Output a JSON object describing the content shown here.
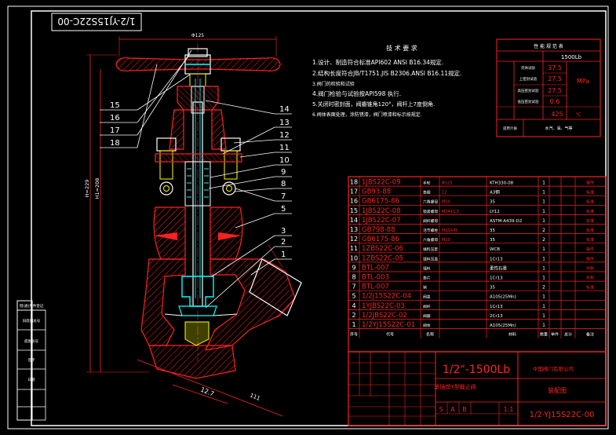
{
  "title_block": {
    "drawing_no_top": "1/2-YJ15S22C-00",
    "drawing_no_bottom": "1/2-YJ15S22C-00",
    "size_rating": "1/2\"-1500Lb",
    "product_name": "承插焊Y型截止阀",
    "company": "中国阀门有限公司",
    "drawing_kind": "装配图",
    "mark_s": "S",
    "mark_a": "A",
    "mark_b": "B",
    "scale": "1:1"
  },
  "tech_requirements": {
    "title": "技 术 要 求",
    "items": [
      "1.设计、制造符合标准API602 ANSI B16.34规定.",
      "2.结构长度符合JB/T1751.JIS B2306.ANSI B16.11规定.",
      "3.阀门的检验和试验",
      "4.阀门检验与试验按API598   执行.",
      "5.关闭时密封面，阀瓣锥角120°，阀杆上7度倒角.",
      "6.阀体表面处理，涂防锈漆，阀门喷漆和标示按规定."
    ]
  },
  "perf_table": {
    "title": "性 能 规 范 表",
    "rating": "1500Lb",
    "rows": [
      {
        "label": "壳体试验",
        "value": "37.5"
      },
      {
        "label": "上密封试验",
        "value": "27.5"
      },
      {
        "label": "高压密封试验",
        "value": "27.5"
      },
      {
        "label": "低压密封试验",
        "value": "0.6"
      },
      {
        "label": "",
        "value": "425"
      }
    ],
    "unit_pressure": "MPa",
    "unit_temp": "℃",
    "medium_label": "适用介质",
    "medium_value": "水汽、油、气等"
  },
  "dimensions": {
    "handwheel_dia": "Φ125",
    "height_open": "H=229",
    "height_closed": "H1=208",
    "length": "111",
    "socket": "12.7"
  },
  "bom": [
    {
      "no": "18",
      "code": "1JBS22C-09",
      "name": "手轮",
      "spec": "Φ125",
      "mat": "KTH330-08",
      "qty": "1",
      "note": "锻件"
    },
    {
      "no": "17",
      "code": "GB93-88",
      "name": "垫圈",
      "spec": "12",
      "mat": "A3钢",
      "qty": "1",
      "note": "标准"
    },
    {
      "no": "16",
      "code": "GB6175-86",
      "name": "六角螺母",
      "spec": "M10",
      "mat": "35",
      "qty": "1",
      "note": "标准"
    },
    {
      "no": "15",
      "code": "1JBS22C-08",
      "name": "锁紧螺母",
      "spec": "M24X1.5",
      "mat": "LY12",
      "qty": "1",
      "note": "标准"
    },
    {
      "no": "14",
      "code": "1JBS22C-07",
      "name": "阀杆螺母",
      "spec": "",
      "mat": "ASTM-A439-D2",
      "qty": "1",
      "note": "标准"
    },
    {
      "no": "13",
      "code": "GB798-88",
      "name": "活节螺栓",
      "spec": "M10X45",
      "mat": "35",
      "qty": "2",
      "note": "标准"
    },
    {
      "no": "12",
      "code": "GB6175-86",
      "name": "六角螺母",
      "spec": "M10",
      "mat": "35",
      "qty": "2",
      "note": "标准"
    },
    {
      "no": "11",
      "code": "1ZBS22C-06",
      "name": "填料压套",
      "spec": "",
      "mat": "WCB",
      "qty": "1",
      "note": "锻件"
    },
    {
      "no": "10",
      "code": "1ZBS22C-05",
      "name": "填料压盖",
      "spec": "",
      "mat": "1Cr13",
      "qty": "1",
      "note": "锻件"
    },
    {
      "no": "9",
      "code": "BTL-007",
      "name": "填料",
      "spec": "",
      "mat": "柔性石墨",
      "qty": "1",
      "note": "外购"
    },
    {
      "no": "8",
      "code": "BTL-003",
      "name": "垫片",
      "spec": "",
      "mat": "1Cr13",
      "qty": "1",
      "note": "外购"
    },
    {
      "no": "7",
      "code": "BTL-007",
      "name": "销",
      "spec": "",
      "mat": "35",
      "qty": "2",
      "note": "标准"
    },
    {
      "no": "5",
      "code": "1/2J15S22C-04",
      "name": "阀盖",
      "spec": "",
      "mat": "A105(25Mn)",
      "qty": "1",
      "note": ""
    },
    {
      "no": "4",
      "code": "1YJBS22C-03",
      "name": "阀杆",
      "spec": "",
      "mat": "1Cr13",
      "qty": "1",
      "note": ""
    },
    {
      "no": "2",
      "code": "1/2JBS22C-02",
      "name": "阀瓣",
      "spec": "",
      "mat": "2Cr13",
      "qty": "1",
      "note": ""
    },
    {
      "no": "1",
      "code": "1/2YJ15S22C-01",
      "name": "阀体",
      "spec": "",
      "mat": "A105(25Mn)",
      "qty": "1",
      "note": ""
    }
  ],
  "bom_header": {
    "no": "序号",
    "code": "代号",
    "name": "名称",
    "qty": "数量",
    "mat": "材料",
    "unit_wt": "单件",
    "total_wt": "总计",
    "note": "备注"
  },
  "left_callouts": [
    "15",
    "16",
    "17",
    "18"
  ],
  "right_callouts": [
    "14",
    "13",
    "12",
    "11",
    "10",
    "9",
    "8",
    "7",
    "5",
    "3",
    "2",
    "1"
  ],
  "side_strip": [
    "借(通)用件登记",
    "旧底图总号",
    "底图总号",
    "签字",
    "日期"
  ]
}
